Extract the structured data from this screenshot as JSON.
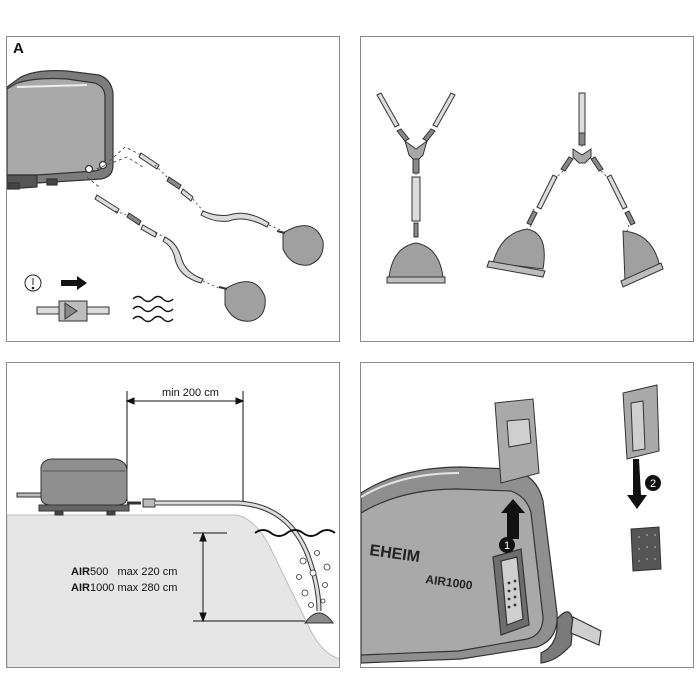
{
  "panel_a": {
    "label": "A"
  },
  "panel_distance": {
    "min_distance": "min 200 cm",
    "rows": [
      {
        "model": "AIR",
        "suffix": "500",
        "spec": "max 220 cm"
      },
      {
        "model": "AIR",
        "suffix": "1000",
        "spec": "max 280 cm"
      }
    ]
  },
  "panel_filter": {
    "step_1": "1",
    "step_2": "2",
    "pump_brand": "EHEIM",
    "pump_model": "AIR1000"
  }
}
